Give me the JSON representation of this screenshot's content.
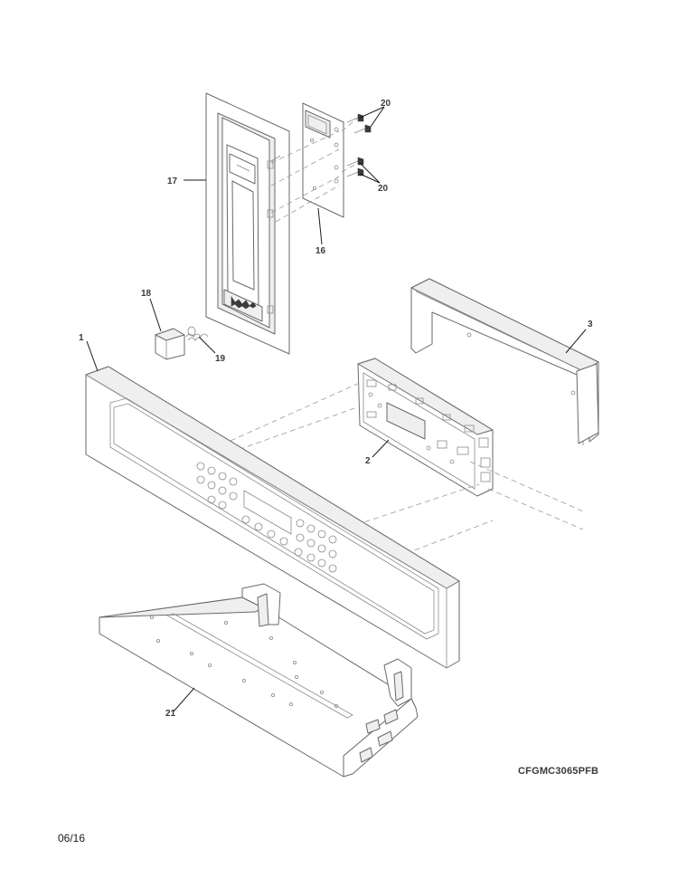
{
  "diagram": {
    "model_code": "CFGMC3065PFB",
    "revision_date": "06/16",
    "callouts": [
      {
        "id": "c1",
        "text": "1"
      },
      {
        "id": "c2",
        "text": "2"
      },
      {
        "id": "c3",
        "text": "3"
      },
      {
        "id": "c16",
        "text": "16"
      },
      {
        "id": "c17",
        "text": "17"
      },
      {
        "id": "c18",
        "text": "18"
      },
      {
        "id": "c19",
        "text": "19"
      },
      {
        "id": "c20a",
        "text": "20"
      },
      {
        "id": "c20b",
        "text": "20"
      },
      {
        "id": "c21",
        "text": "21"
      }
    ]
  }
}
